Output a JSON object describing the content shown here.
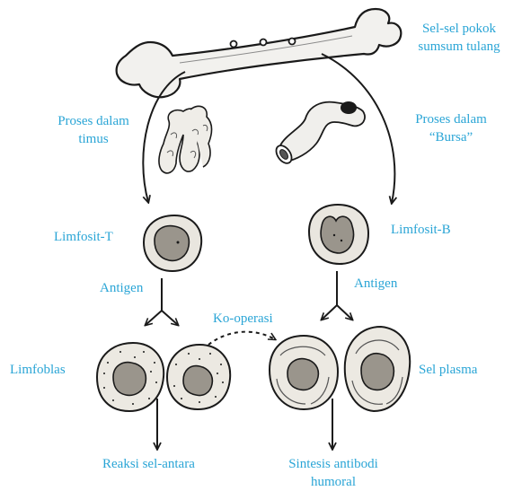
{
  "colors": {
    "label": "#2aa5d6",
    "line": "#1a1a1a",
    "cell_fill": "#e9e6df",
    "nucleus_fill": "#9a958c",
    "bone_fill": "#f2f1ee"
  },
  "labels": {
    "stem_cells_l1": "Sel-sel pokok",
    "stem_cells_l2": "sumsum tulang",
    "thymus_l1": "Proses dalam",
    "thymus_l2": "timus",
    "bursa_l1": "Proses dalam",
    "bursa_l2": "“Bursa”",
    "t_lymphocyte": "Limfosit-T",
    "b_lymphocyte": "Limfosit-B",
    "antigen_left": "Antigen",
    "antigen_right": "Antigen",
    "cooperation": "Ko-operasi",
    "lymphoblast": "Limfoblas",
    "plasma_cell": "Sel plasma",
    "cell_reaction": "Reaksi sel-antara",
    "antibody_l1": "Sintesis antibodi",
    "antibody_l2": "humoral"
  }
}
